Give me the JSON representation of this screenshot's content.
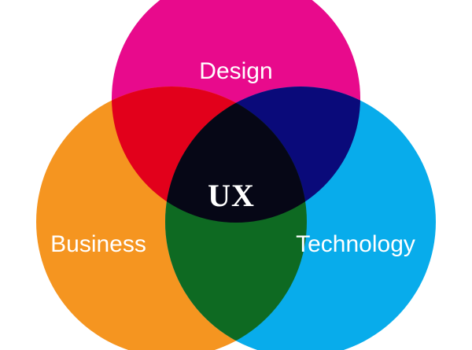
{
  "diagram": {
    "type": "venn",
    "sets": [
      {
        "key": "design",
        "label": "Design",
        "color": "#e80a8c"
      },
      {
        "key": "business",
        "label": "Business",
        "color": "#f59520"
      },
      {
        "key": "technology",
        "label": "Technology",
        "color": "#08aceb"
      }
    ],
    "intersections": {
      "design_business": "#e2001b",
      "design_technology": "#0a0a7a",
      "business_technology": "#0e6a22",
      "all": "#060716"
    },
    "center_label": "UX"
  }
}
